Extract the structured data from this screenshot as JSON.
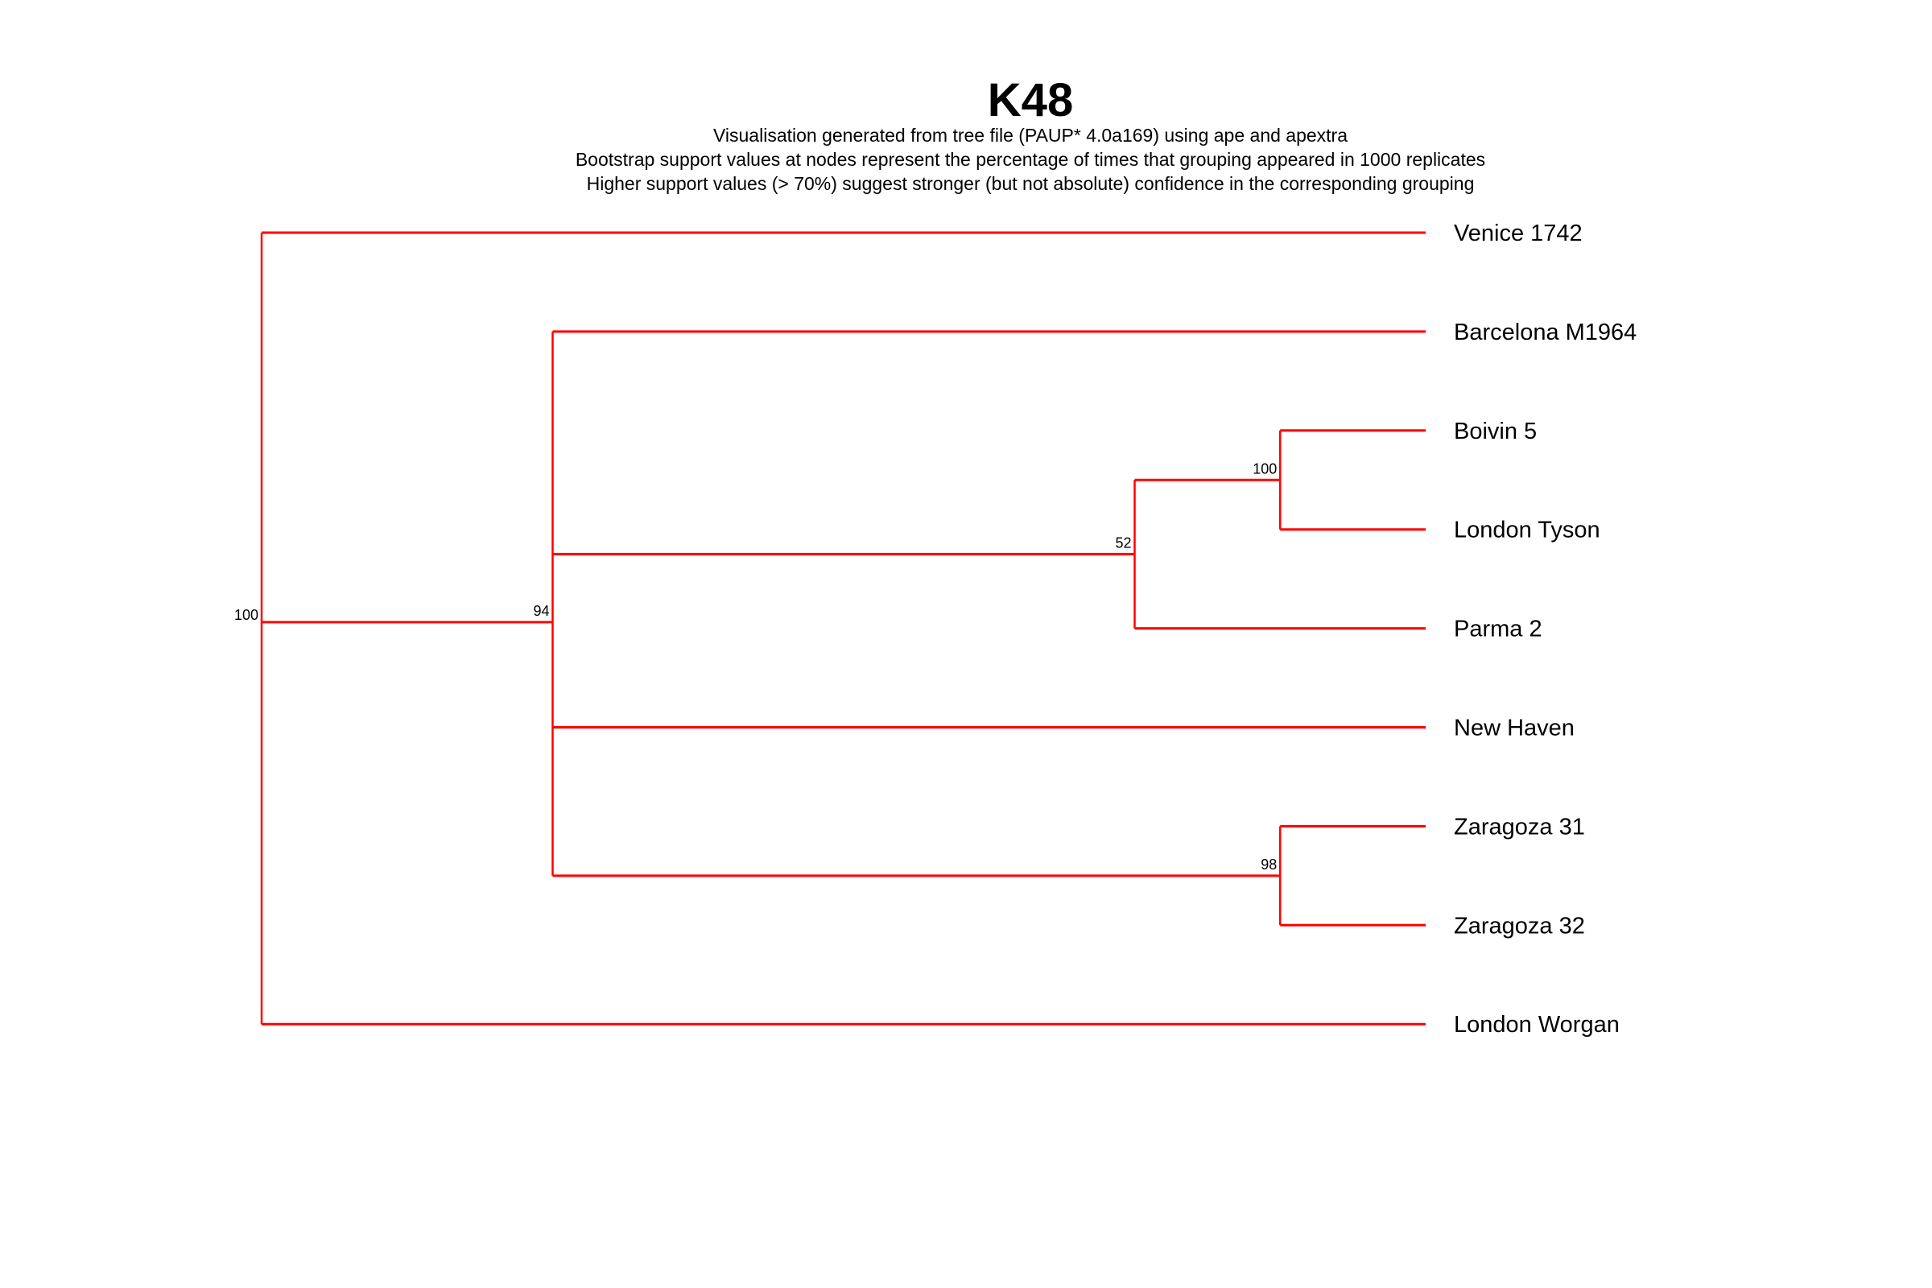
{
  "title": "K48",
  "subtitles": [
    "Visualisation generated from tree file (PAUP* 4.0a169) using ape and apextra",
    "Bootstrap support values at nodes represent the percentage of times that grouping appeared in 1000 replicates",
    "Higher support values (> 70%) suggest stronger (but not absolute) confidence in the corresponding grouping"
  ],
  "colors": {
    "branch": "#ff0000",
    "text": "#000000"
  },
  "tree": {
    "support": "100",
    "depth": 0,
    "children": [
      {
        "name": "Venice 1742",
        "depth": 1
      },
      {
        "support": "94",
        "depth": 0.25,
        "children": [
          {
            "name": "Barcelona M1964",
            "depth": 1
          },
          {
            "support": "52",
            "depth": 0.75,
            "children": [
              {
                "support": "100",
                "depth": 0.875,
                "children": [
                  {
                    "name": "Boivin 5",
                    "depth": 1
                  },
                  {
                    "name": "London Tyson",
                    "depth": 1
                  }
                ]
              },
              {
                "name": "Parma 2",
                "depth": 1
              }
            ]
          },
          {
            "name": "New Haven",
            "depth": 1
          },
          {
            "support": "98",
            "depth": 0.875,
            "children": [
              {
                "name": "Zaragoza 31",
                "depth": 1
              },
              {
                "name": "Zaragoza 32",
                "depth": 1
              }
            ]
          }
        ]
      },
      {
        "name": "London Worgan",
        "depth": 1
      }
    ]
  }
}
